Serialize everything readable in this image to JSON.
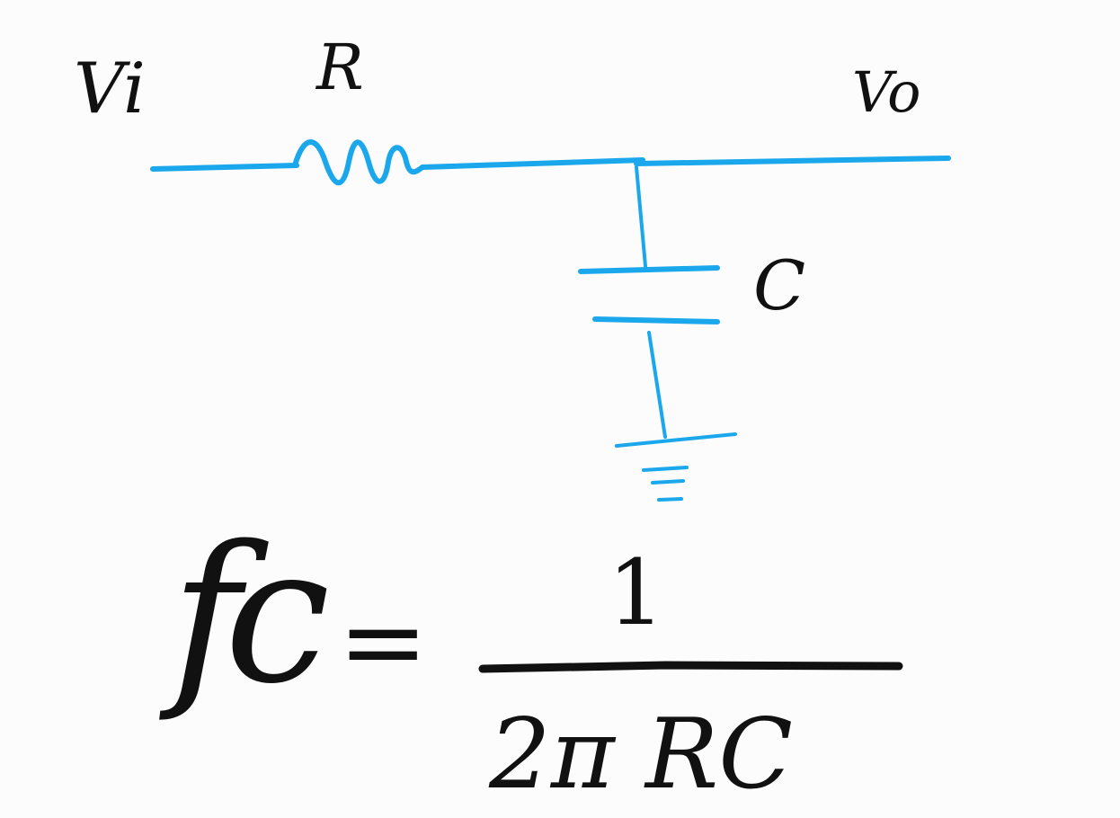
{
  "diagram": {
    "input_label": "Vi",
    "resistor_label": "R",
    "output_label": "Vo",
    "capacitor_label": "C",
    "wire_color": "#1aa7ec",
    "ink_color": "#111111"
  },
  "formula": {
    "lhs": "fc",
    "equals": "=",
    "numerator": "1",
    "denominator": "2π RC"
  }
}
